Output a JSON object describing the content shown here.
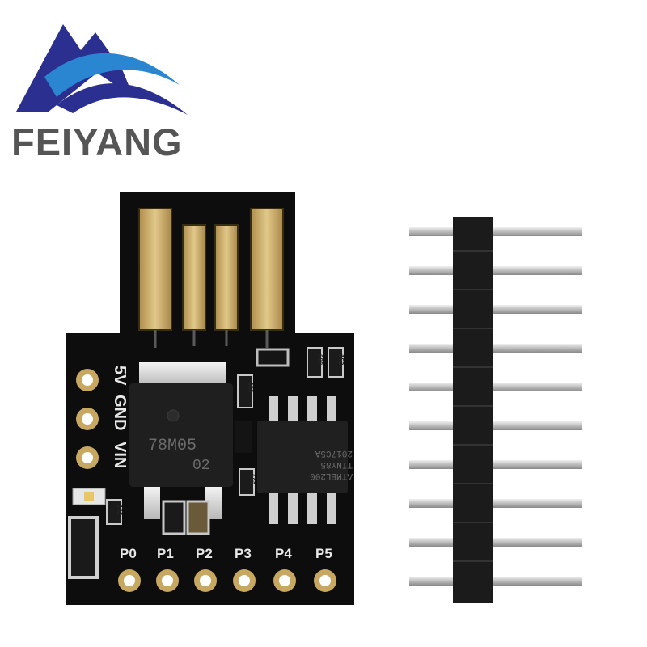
{
  "brand": {
    "name": "FEIYANG",
    "color_primary": "#2b2f8f",
    "color_secondary": "#2a86d1",
    "text_color": "#555555"
  },
  "board": {
    "power_labels": [
      "5V",
      "GND",
      "VIN"
    ],
    "pin_labels": [
      "P0",
      "P1",
      "P2",
      "P3",
      "P4",
      "P5"
    ],
    "regulator_markings": [
      "78M05",
      "02"
    ],
    "mcu_markings": [
      "ATMEL200",
      "TINY85",
      "2017C5A"
    ],
    "resistor_markings": [
      "680",
      "680",
      "102",
      "102",
      "152"
    ],
    "colors": {
      "pcb": "#0d0d0d",
      "gold": "#c8a860",
      "silkscreen": "#e8e8e8"
    }
  },
  "header": {
    "pin_count": 10,
    "colors": {
      "plastic": "#1b1b1b",
      "pin": "#c9c9c9"
    }
  }
}
